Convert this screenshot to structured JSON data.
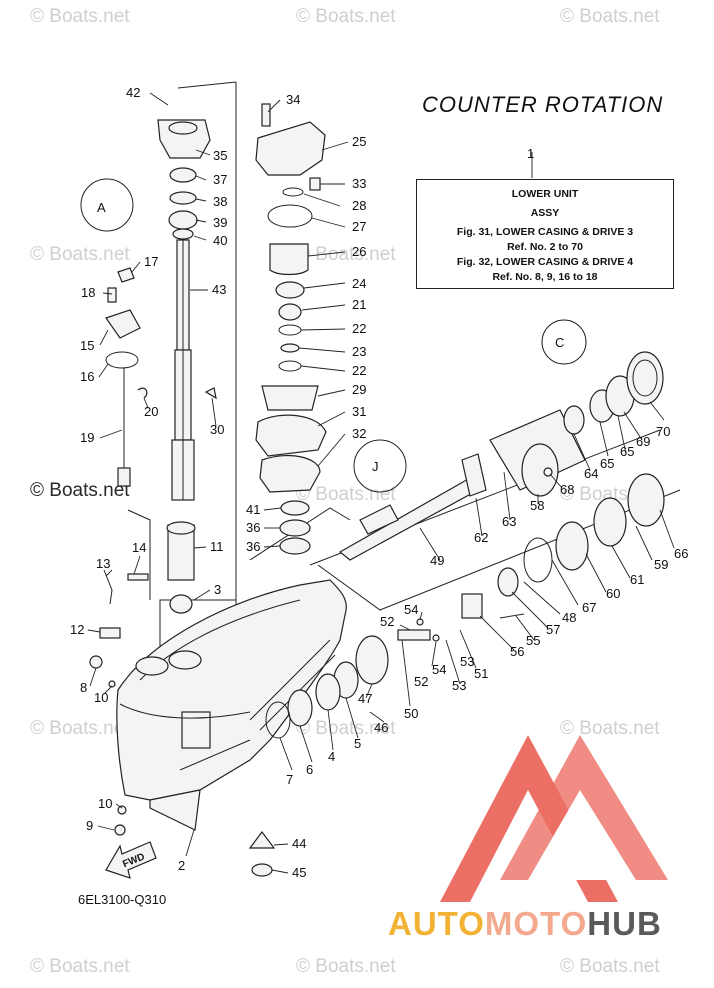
{
  "heading": "COUNTER ROTATION",
  "ref_box": {
    "number": "1",
    "line1": "LOWER UNIT",
    "line2": "ASSY",
    "line3": "Fig. 31, LOWER CASING & DRIVE 3",
    "line4": "Ref. No. 2 to 70",
    "line5": "Fig. 32, LOWER CASING & DRIVE 4",
    "line6": "Ref. No. 8, 9, 16 to 18"
  },
  "diagram_code": "6EL3100-Q310",
  "fwd_label": "FWD",
  "watermark": "© Boats.net",
  "brand": {
    "part1": "AUTO",
    "part2": "MOTO",
    "part3": "HUB"
  },
  "colors": {
    "brand_yellow": "#f2b233",
    "brand_pink": "#f4a98e",
    "brand_gray": "#5a5a5a",
    "logo_red": "#e8564a"
  },
  "part_labels": [
    "42",
    "34",
    "35",
    "25",
    "37",
    "38",
    "39",
    "40",
    "33",
    "28",
    "27",
    "26",
    "17",
    "18",
    "43",
    "24",
    "21",
    "22",
    "23",
    "22",
    "15",
    "16",
    "29",
    "20",
    "30",
    "31",
    "32",
    "19",
    "41",
    "36",
    "36",
    "11",
    "14",
    "13",
    "3",
    "12",
    "8",
    "10",
    "10",
    "9",
    "2",
    "44",
    "45",
    "7",
    "6",
    "4",
    "5",
    "47",
    "46",
    "50",
    "52",
    "52",
    "54",
    "54",
    "53",
    "53",
    "51",
    "56",
    "55",
    "57",
    "48",
    "67",
    "60",
    "61",
    "59",
    "66",
    "49",
    "62",
    "63",
    "58",
    "68",
    "64",
    "65",
    "65",
    "69",
    "70",
    "1"
  ]
}
